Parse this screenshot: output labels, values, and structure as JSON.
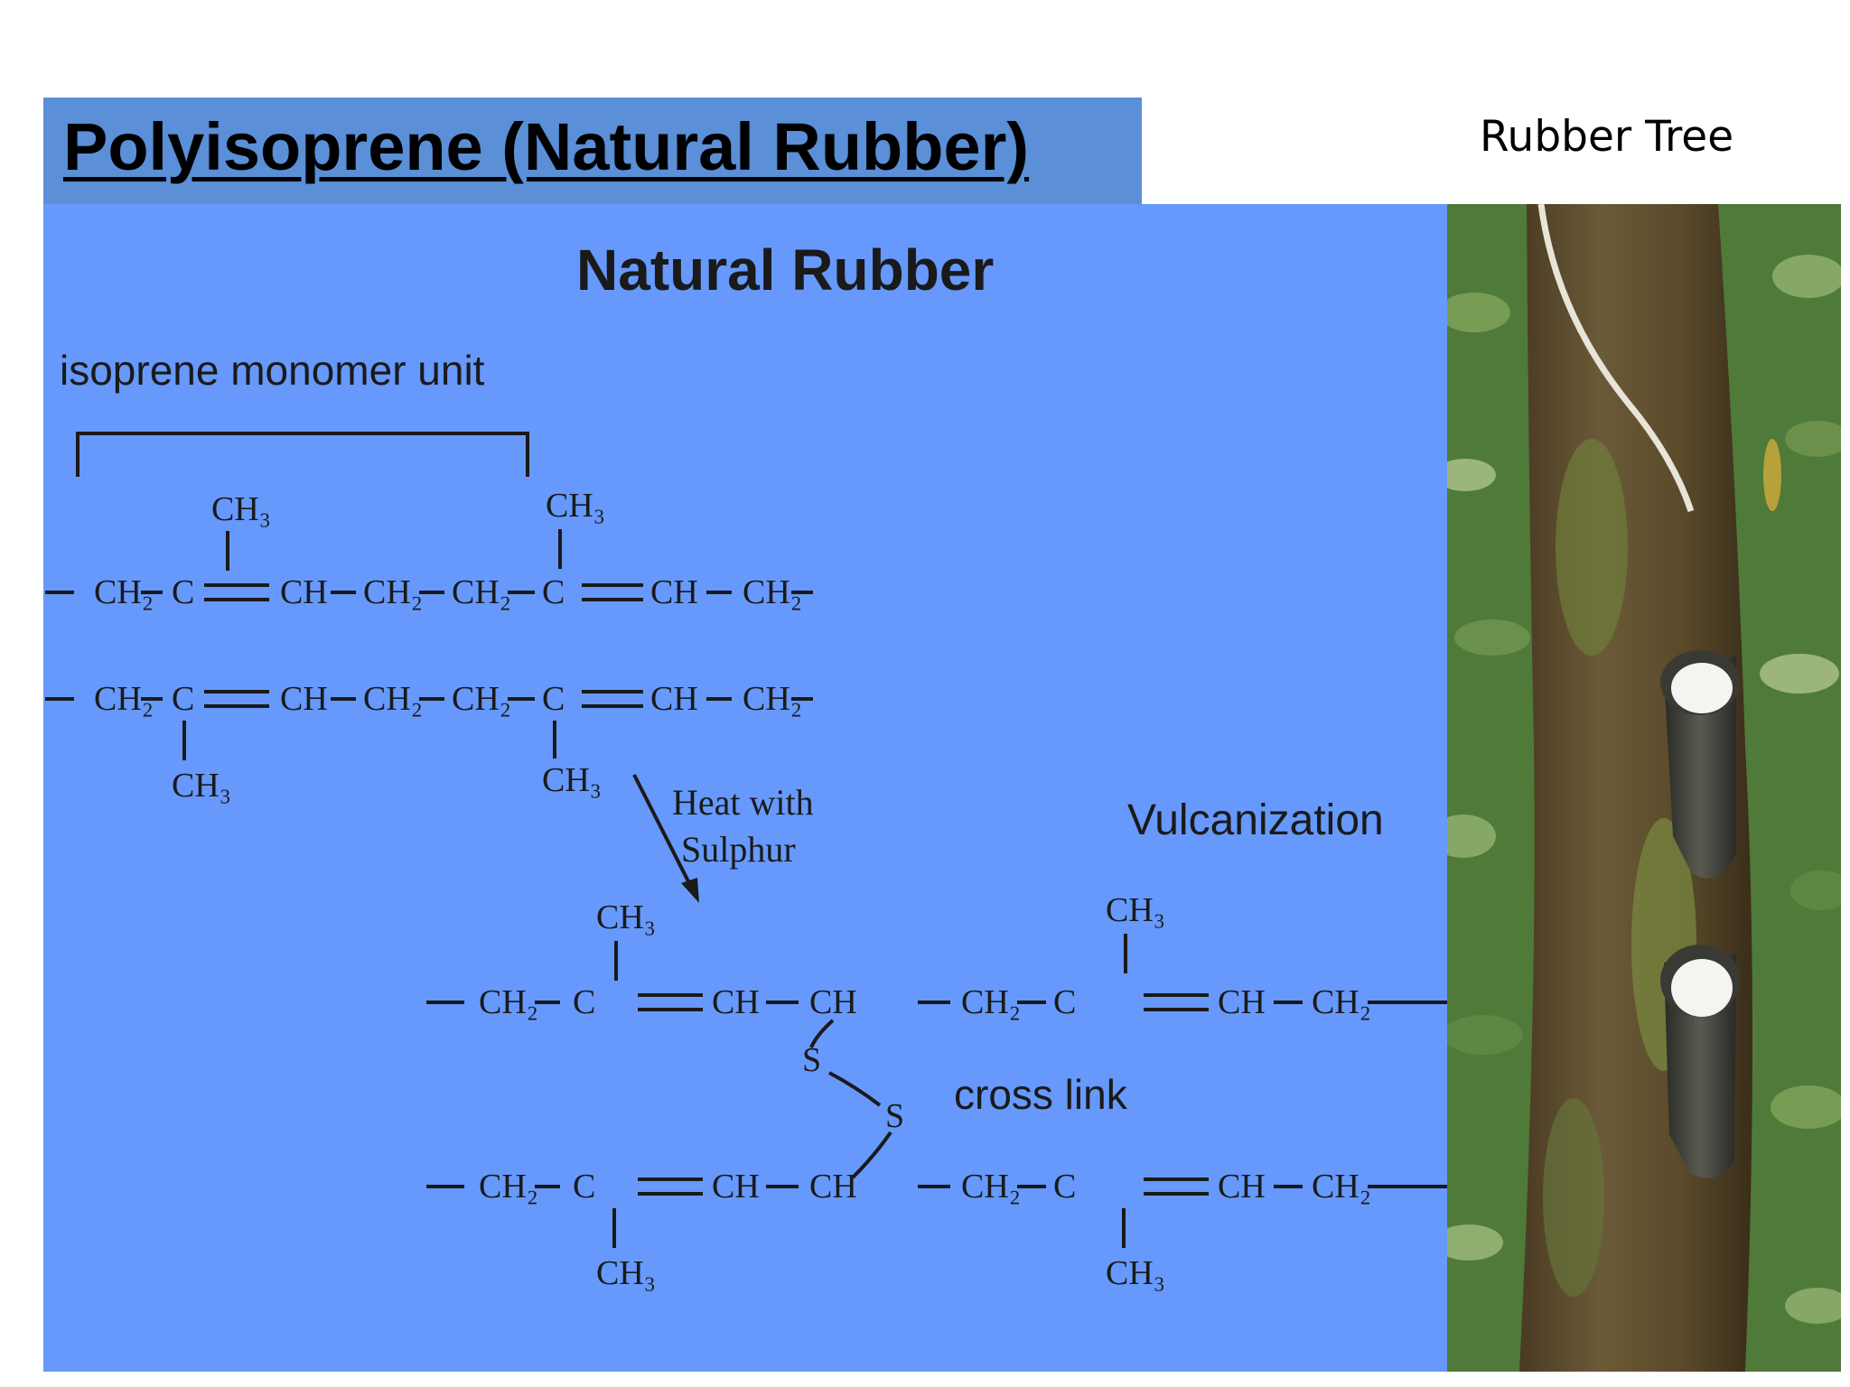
{
  "slide": {
    "title": "Polyisoprene (Natural Rubber)",
    "tree_caption": "Rubber Tree"
  },
  "diagram": {
    "heading": "Natural Rubber",
    "monomer_label": "isoprene monomer unit",
    "reaction_label_line1": "Heat with",
    "reaction_label_line2": "Sulphur",
    "process_label": "Vulcanization",
    "crosslink_label": "cross link",
    "groups": {
      "ch3": "CH₃",
      "ch2": "CH₂",
      "ch": "CH",
      "c": "C",
      "s": "S"
    }
  },
  "colors": {
    "title_bar": "#5b8fd7",
    "diagram_bg": "#6699fb",
    "ink": "#1a1a1a",
    "latex": "#f4f4f0",
    "bark": "#5a4a2a",
    "foliage": "#4f7a3a"
  },
  "photo": {
    "subject": "rubber tree trunk tapped with latex collection cups"
  }
}
